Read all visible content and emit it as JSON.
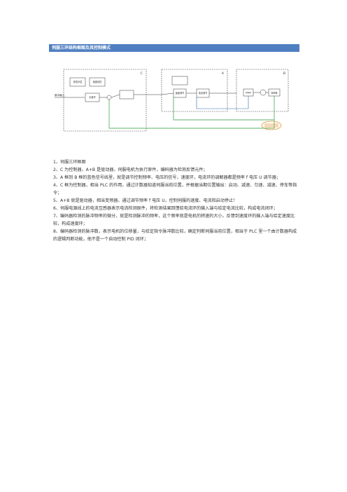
{
  "title": "伺服三环结构框图及其控制模式",
  "diagram": {
    "box_c_label": "C",
    "box_a_label": "A",
    "box_b_label": "B",
    "pulse_input": "脉冲输入",
    "position_feedforward": "前馈补偿",
    "speed_feedforward": "速度前馈",
    "position_loop": "位置环",
    "speed_loop": "速度调节",
    "current_loop": "电流调节",
    "pwm": "PWM",
    "encoder": "编码器"
  },
  "items": [
    {
      "num": "1",
      "text": "、伺服三环框图"
    },
    {
      "num": "2",
      "text": "、C 为控制器，A+B 是驱动器，伺服电机为执行原件，编码器为检测反馈元件；"
    },
    {
      "num": "3",
      "text": "、A 框到 B 框的蓝色信号线里，就是调节控制频率、电压的信号，速度环，电流环的调解器都是频率 f 电压 U 调节器；"
    },
    {
      "num": "4",
      "text": "、C 框为控制器，相当 PLC 的作用，通过计数器知道伺服当前位置，并根据当期位置输出：启动、减速、匀速、减速、停车等指令；"
    },
    {
      "num": "5",
      "text": "、A+B 就是驱动器，相当变频器，通过调节频率 f 电压 U，控制伺服的速度、电流和启动停止！"
    },
    {
      "num": "6",
      "text": "、伺服电源线上的电流互感器表示电流检测原件，将检测结果回馈给电流环的输入端与给定电流比较，构成电流闭环；"
    },
    {
      "num": "7",
      "text": "、编码器检测的脉冲频率的微分，就是检测脉冲的频率，这个频率就是电机的转速的大小，反馈到速度环的输入端与给定速度比较，构成速度环；"
    },
    {
      "num": "8",
      "text": "、编码器检测的脉冲数，表示电机的位移量，与给定指令脉冲数比较，确定判断伺服当前位置，相当于 PLC 里一个由计数器构成的逻辑判断功能，他不是一个自动控制 PID 闭环；"
    }
  ]
}
